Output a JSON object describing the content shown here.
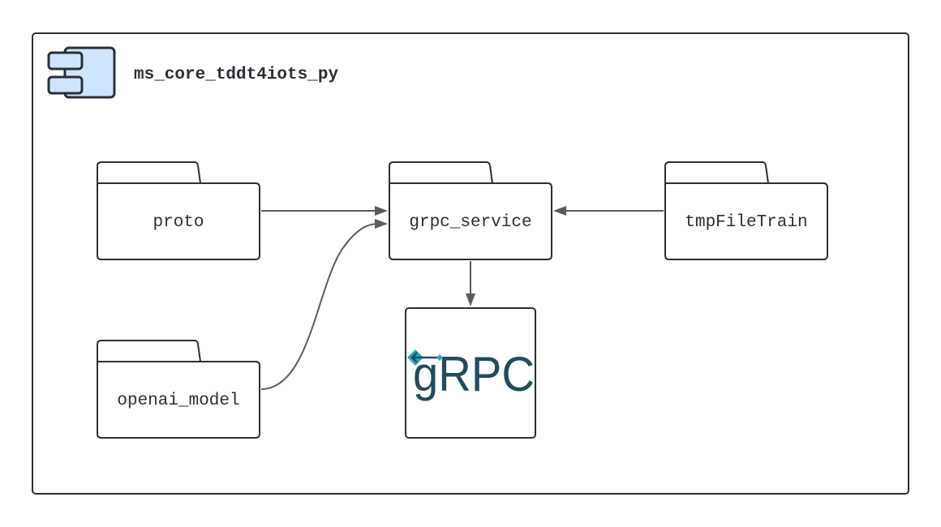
{
  "diagram": {
    "title": "ms_core_tddt4iots_py",
    "nodes": {
      "proto": "proto",
      "grpc_service": "grpc_service",
      "tmpFileTrain": "tmpFileTrain",
      "openai_model": "openai_model"
    },
    "logo_text": "gRPC",
    "edges": [
      {
        "from": "proto",
        "to": "grpc_service"
      },
      {
        "from": "openai_model",
        "to": "grpc_service"
      },
      {
        "from": "tmpFileTrain",
        "to": "grpc_service"
      },
      {
        "from": "grpc_service",
        "to": "gRPC"
      }
    ],
    "colors": {
      "stroke": "#2b2f36",
      "edge": "#5c5c5c",
      "component_fill": "#cfe4ff",
      "grpc_text": "#244b5a",
      "grpc_accent": "#2aa9b3"
    },
    "icons": {
      "component": "component-icon",
      "folder": "folder-icon",
      "grpc_logo": "grpc-logo"
    }
  }
}
